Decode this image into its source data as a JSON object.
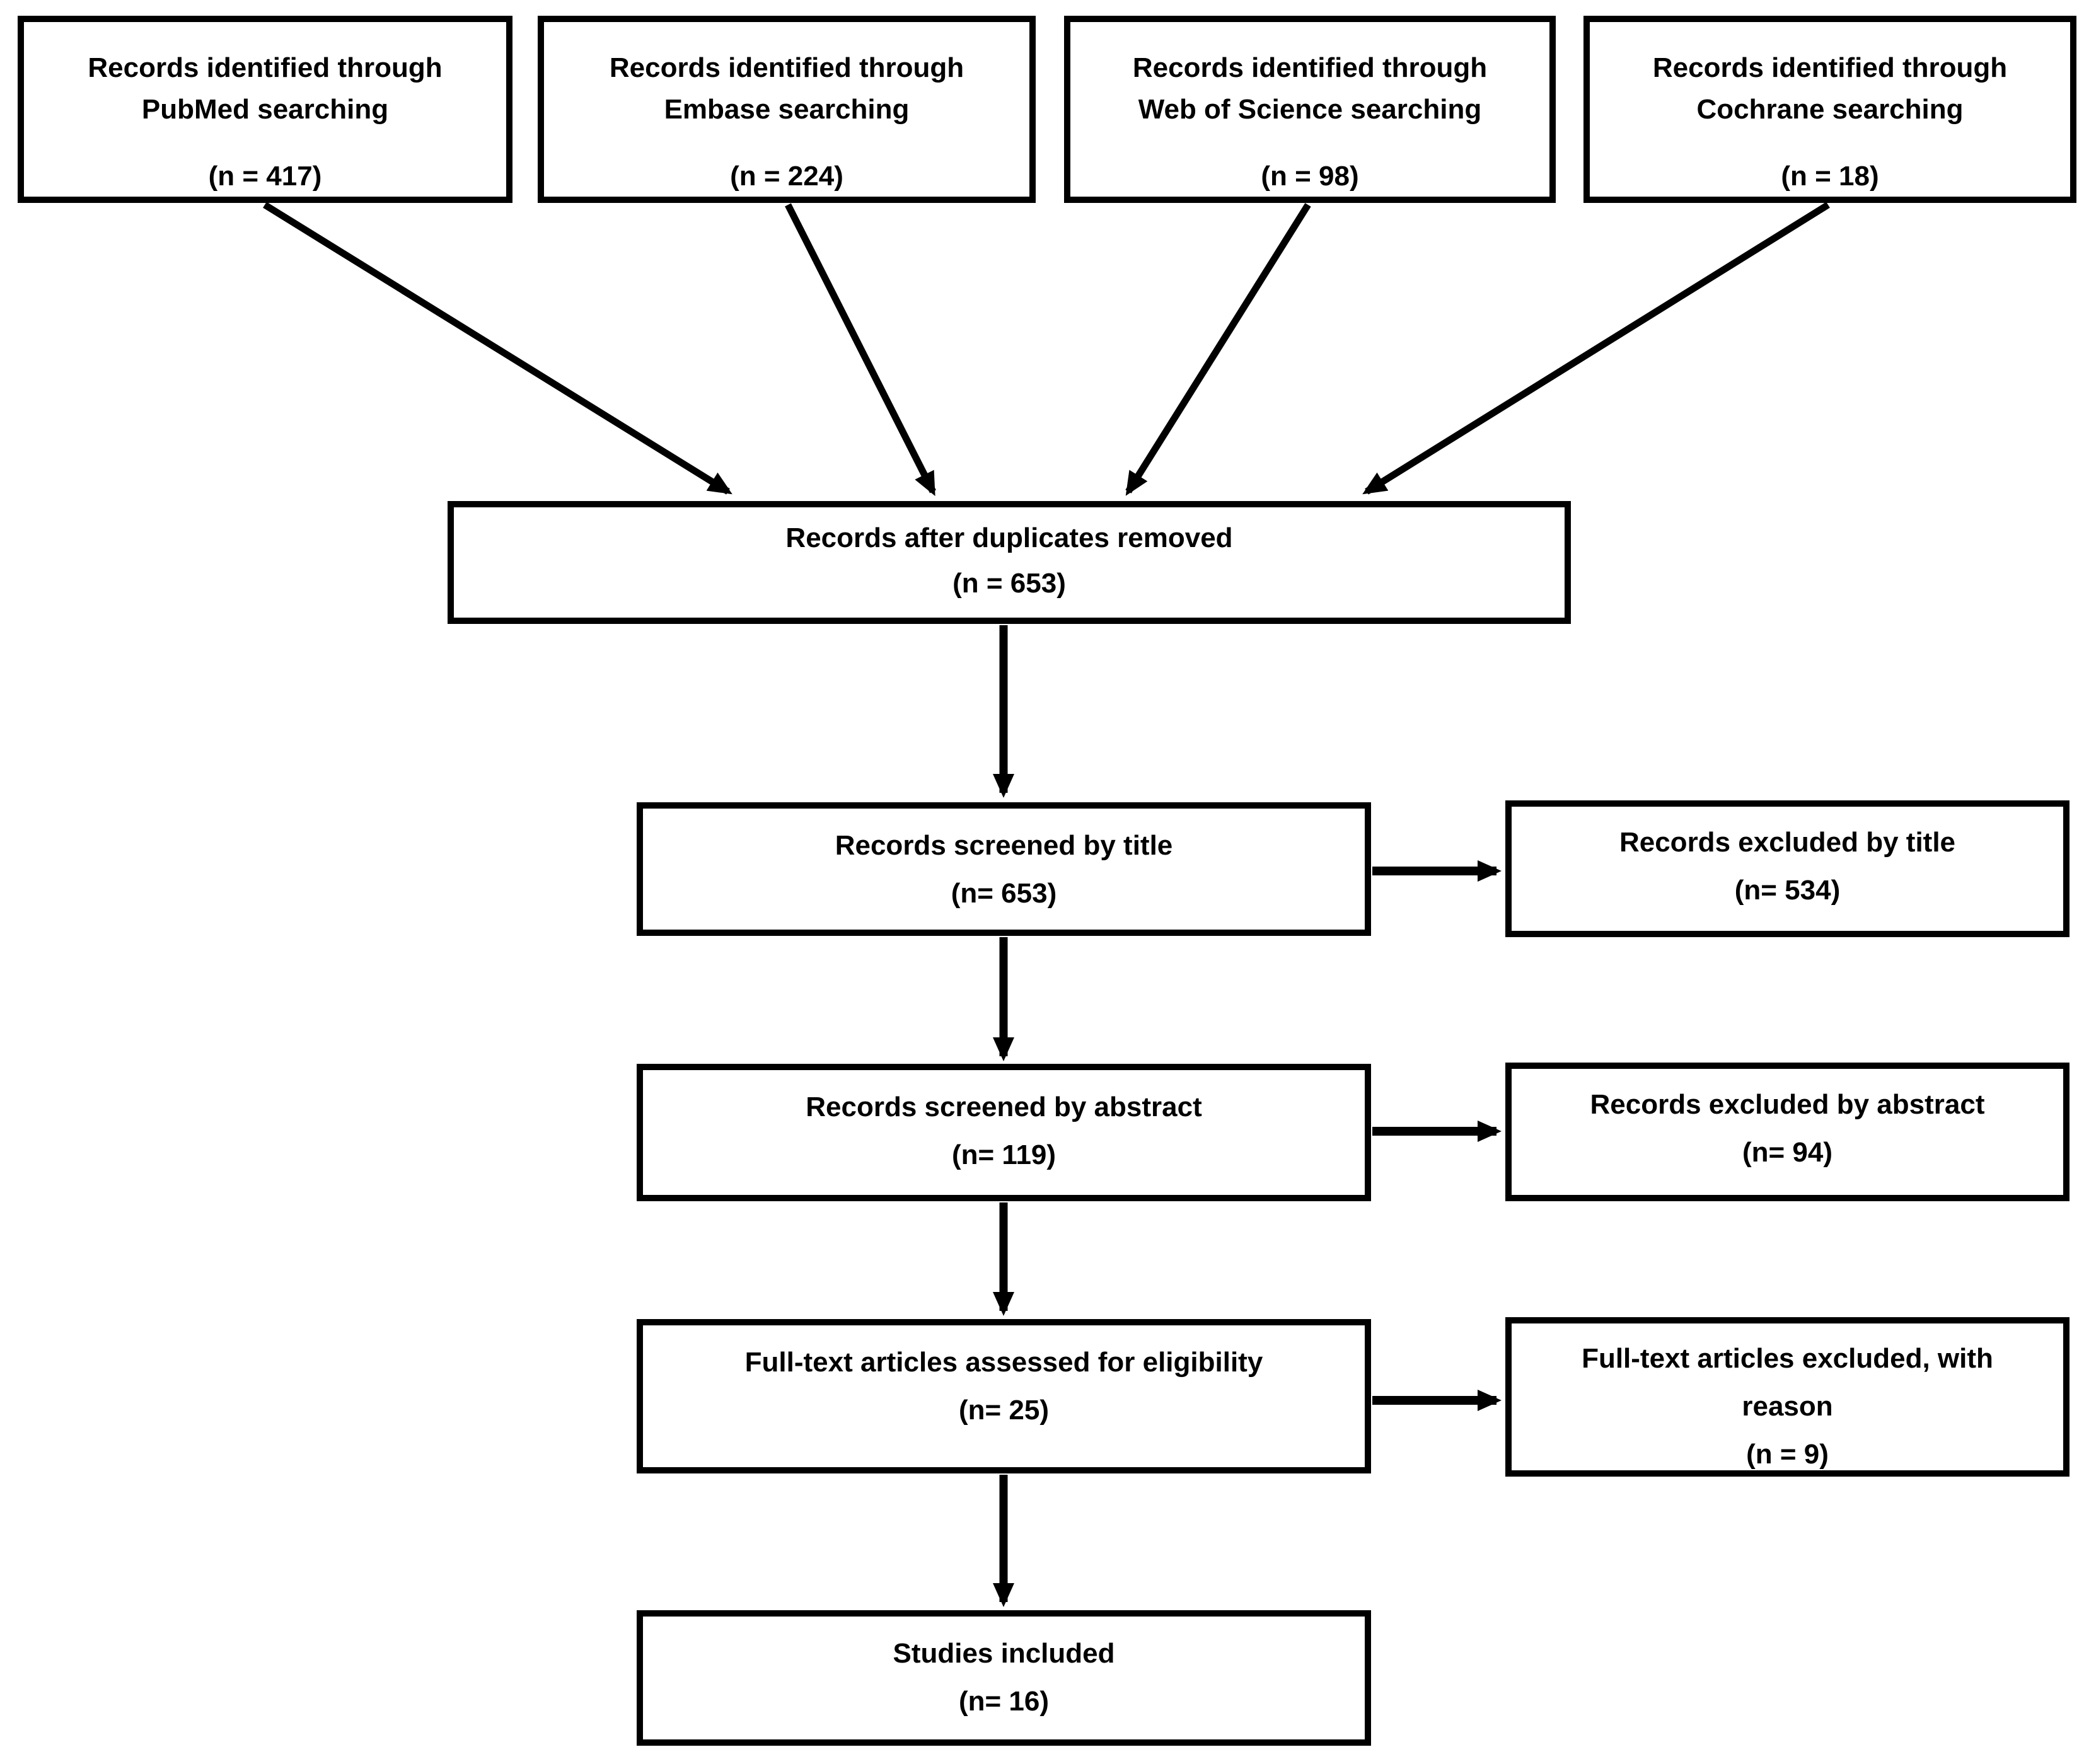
{
  "diagram": {
    "type": "flowchart",
    "style": {
      "ink_color": "#000000",
      "background_color": "#ffffff"
    },
    "nodes": {
      "pubmed": {
        "line1": "Records identified through",
        "line2": "PubMed searching",
        "count": "(n = 417)"
      },
      "embase": {
        "line1": "Records identified through",
        "line2": "Embase searching",
        "count": "(n = 224)"
      },
      "web_of_science": {
        "line1": "Records identified through",
        "line2": "Web of Science searching",
        "count": "(n = 98)"
      },
      "cochrane": {
        "line1": "Records identified through",
        "line2": "Cochrane searching",
        "count": "(n = 18)"
      },
      "duplicates": {
        "line1": "Records after duplicates removed",
        "count": "(n = 653)"
      },
      "screened_title": {
        "line1": "Records screened by title",
        "count": "(n= 653)"
      },
      "excluded_title": {
        "line1": "Records excluded by title",
        "count": "(n= 534)"
      },
      "screened_abstract": {
        "line1": "Records screened by abstract",
        "count": "(n= 119)"
      },
      "excluded_abstract": {
        "line1": "Records excluded by abstract",
        "count": "(n= 94)"
      },
      "fulltext_assessed": {
        "line1": "Full-text articles assessed for eligibility",
        "count": "(n= 25)"
      },
      "fulltext_excluded": {
        "line1": "Full-text articles excluded, with",
        "line2": "reason",
        "count": "(n = 9)"
      },
      "studies_included": {
        "line1": "Studies included",
        "count": "(n= 16)"
      }
    },
    "edges": [
      {
        "from": "pubmed",
        "to": "duplicates"
      },
      {
        "from": "embase",
        "to": "duplicates"
      },
      {
        "from": "web_of_science",
        "to": "duplicates"
      },
      {
        "from": "cochrane",
        "to": "duplicates"
      },
      {
        "from": "duplicates",
        "to": "screened_title"
      },
      {
        "from": "screened_title",
        "to": "excluded_title"
      },
      {
        "from": "screened_title",
        "to": "screened_abstract"
      },
      {
        "from": "screened_abstract",
        "to": "excluded_abstract"
      },
      {
        "from": "screened_abstract",
        "to": "fulltext_assessed"
      },
      {
        "from": "fulltext_assessed",
        "to": "fulltext_excluded"
      },
      {
        "from": "fulltext_assessed",
        "to": "studies_included"
      }
    ]
  }
}
